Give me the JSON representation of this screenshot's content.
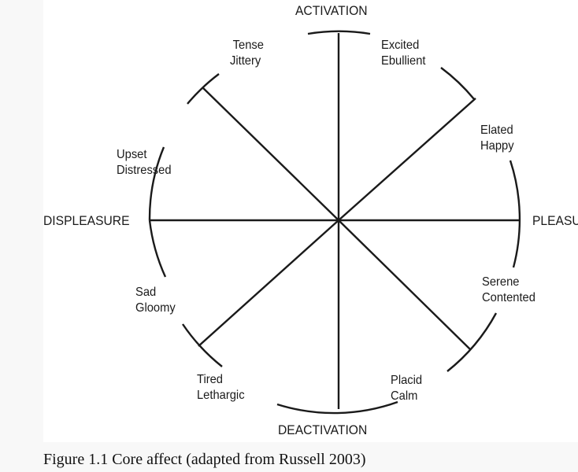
{
  "axes": {
    "top": "ACTIVATION",
    "bottom": "DEACTIVATION",
    "left": "DISPLEASURE",
    "right": "PLEASURE"
  },
  "affects": {
    "tense": {
      "line1": "Tense",
      "line2": "Jittery"
    },
    "excited": {
      "line1": "Excited",
      "line2": "Ebullient"
    },
    "elated": {
      "line1": "Elated",
      "line2": "Happy"
    },
    "serene": {
      "line1": "Serene",
      "line2": "Contented"
    },
    "placid": {
      "line1": "Placid",
      "line2": "Calm"
    },
    "tired": {
      "line1": "Tired",
      "line2": "Lethargic"
    },
    "sad": {
      "line1": "Sad",
      "line2": "Gloomy"
    },
    "upset": {
      "line1": "Upset",
      "line2": "Distressed"
    }
  },
  "caption": "Figure 1.1 Core affect (adapted from Russell 2003)"
}
